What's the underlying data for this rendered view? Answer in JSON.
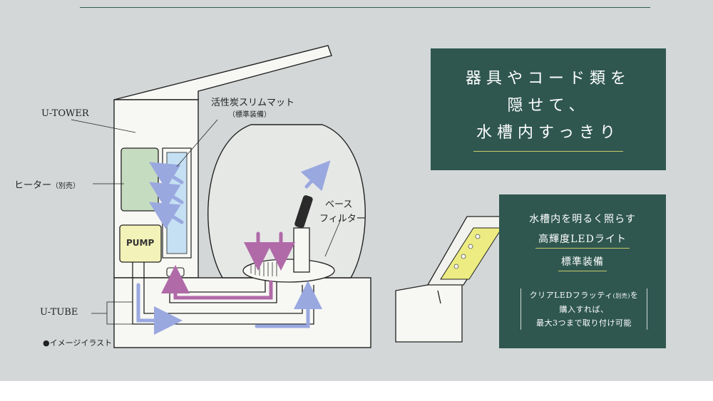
{
  "labels": {
    "u_tower": "U-TOWER",
    "charcoal_mat": "活性炭スリムマット",
    "charcoal_mat_note": "（標準装備）",
    "heater": "ヒーター",
    "heater_note": "（別売）",
    "pump": "PUMP",
    "base_filter_line1": "ベース",
    "base_filter_line2": "フィルター",
    "u_tube": "U-TUBE",
    "image_note": "●イメージイラスト"
  },
  "panel_main": {
    "line1": "器具やコード類を",
    "line2": "隠せて、",
    "line3": "水槽内すっきり"
  },
  "panel_light": {
    "line1": "水槽内を明るく照らす",
    "line2": "高輝度LEDライト",
    "line3": "標準装備",
    "note_line1_a": "クリアLEDフラッティ",
    "note_line1_small": "(別売)",
    "note_line1_b": "を",
    "note_line2": "購入すれば、",
    "note_line3": "最大3つまで取り付け可能"
  },
  "colors": {
    "background": "#d3d7d8",
    "panel": "#2f5750",
    "accent_underline": "#c9c96a",
    "arrow_blue": "#9aa8e0",
    "arrow_pink": "#b06aa8",
    "heater_green": "#c6dcc0",
    "pump_yellow": "#f3f2b8",
    "mat_blue": "#c4e0f2",
    "led_yellow": "#ecec82"
  }
}
